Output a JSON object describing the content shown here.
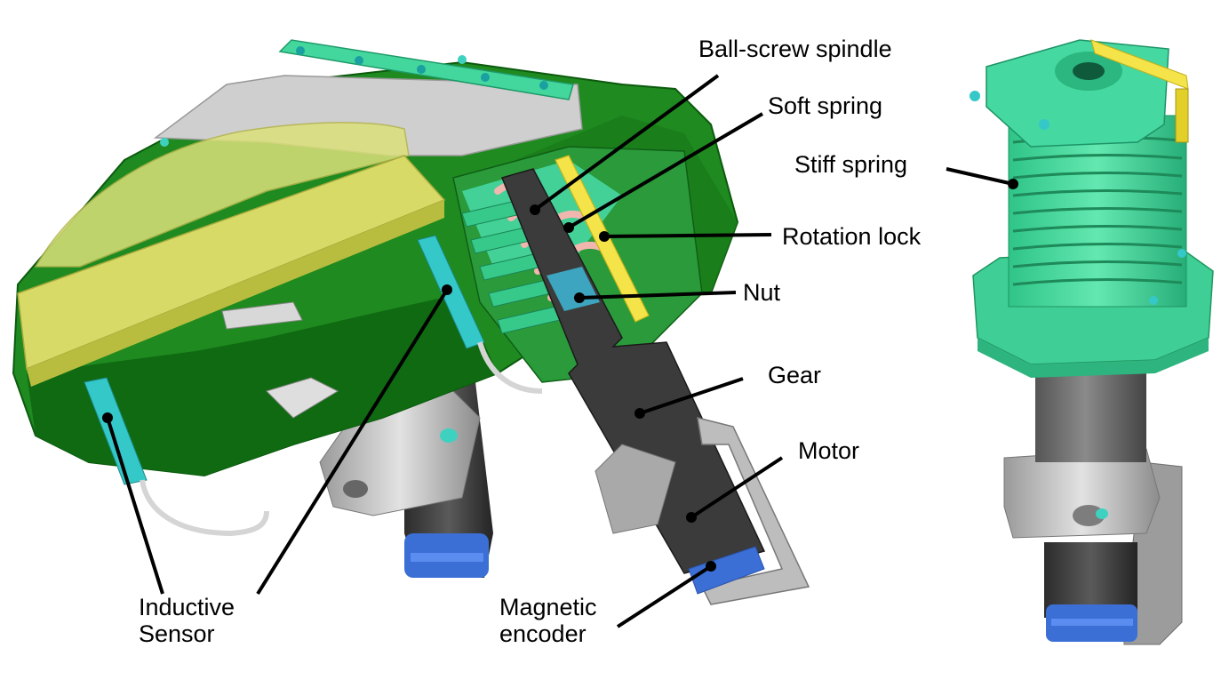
{
  "labels": {
    "ball_screw_spindle": "Ball-screw spindle",
    "soft_spring": "Soft spring",
    "stiff_spring": "Stiff spring",
    "rotation_lock": "Rotation lock",
    "nut": "Nut",
    "gear": "Gear",
    "motor": "Motor",
    "inductive_sensor_line1": "Inductive",
    "inductive_sensor_line2": "Sensor",
    "magnetic_encoder_line1": "Magnetic",
    "magnetic_encoder_line2": "encoder"
  },
  "colors": {
    "housing_green": "#1f8a1f",
    "housing_dark_green": "#0f6a12",
    "mint": "#3fd99a",
    "yellow_lens": "#d9dc6a",
    "gray_cover": "#cfcfcf",
    "spindle_dark": "#3a3a3a",
    "spring_pink": "#f0b7b0",
    "motor_gray": "#707070",
    "encoder_blue": "#3a6fd8",
    "rotation_lock_yellow": "#f5e34a",
    "cyan_sensor": "#35c8c8"
  }
}
